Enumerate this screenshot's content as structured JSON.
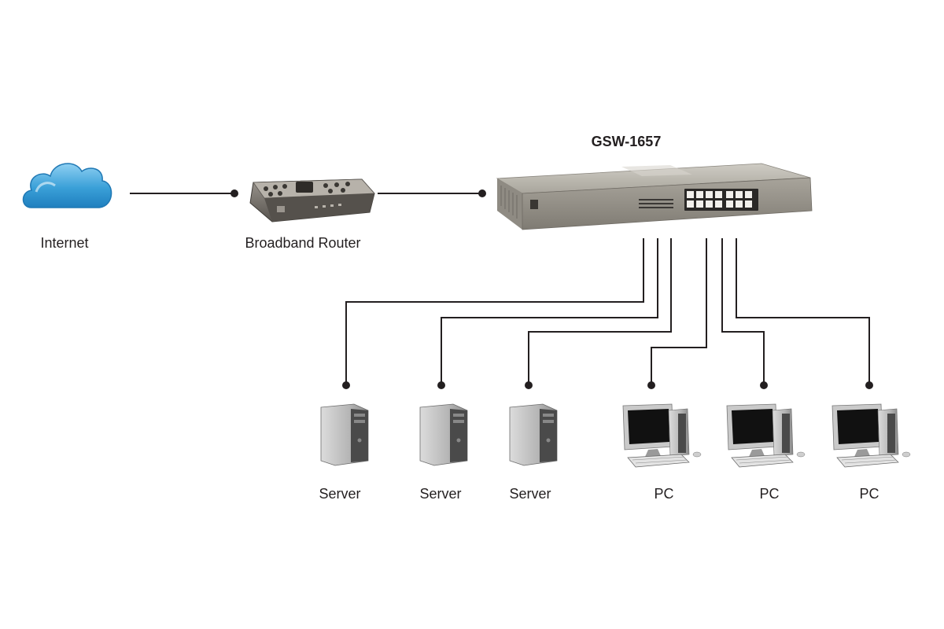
{
  "switch": {
    "model": "GSW-1657"
  },
  "nodes": {
    "internet": {
      "label": "Internet",
      "icon": "cloud-icon"
    },
    "router": {
      "label": "Broadband Router",
      "icon": "router-icon"
    },
    "servers": [
      {
        "label": "Server",
        "icon": "server-tower-icon"
      },
      {
        "label": "Server",
        "icon": "server-tower-icon"
      },
      {
        "label": "Server",
        "icon": "server-tower-icon"
      }
    ],
    "pcs": [
      {
        "label": "PC",
        "icon": "desktop-pc-icon"
      },
      {
        "label": "PC",
        "icon": "desktop-pc-icon"
      },
      {
        "label": "PC",
        "icon": "desktop-pc-icon"
      }
    ]
  },
  "colors": {
    "line": "#231f20",
    "cloud": "#3aa0d8",
    "device": "#9e9a92"
  }
}
